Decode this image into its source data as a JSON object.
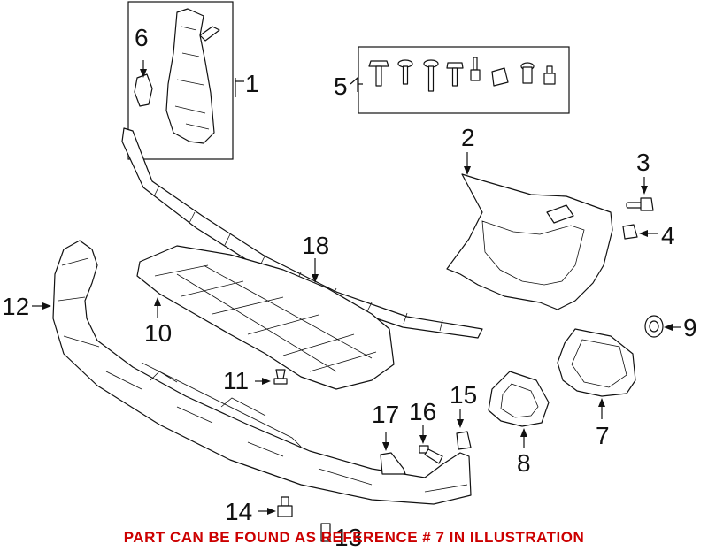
{
  "callouts": {
    "c1": "1",
    "c2": "2",
    "c3": "3",
    "c4": "4",
    "c5": "5",
    "c6": "6",
    "c7": "7",
    "c8": "8",
    "c9": "9",
    "c10": "10",
    "c11": "11",
    "c12": "12",
    "c13": "13",
    "c14": "14",
    "c15": "15",
    "c16": "16",
    "c17": "17",
    "c18": "18"
  },
  "notice": "PART CAN BE FOUND AS REFERENCE # 7 IN ILLUSTRATION",
  "colors": {
    "notice": "#cc0000",
    "line": "#111111"
  }
}
